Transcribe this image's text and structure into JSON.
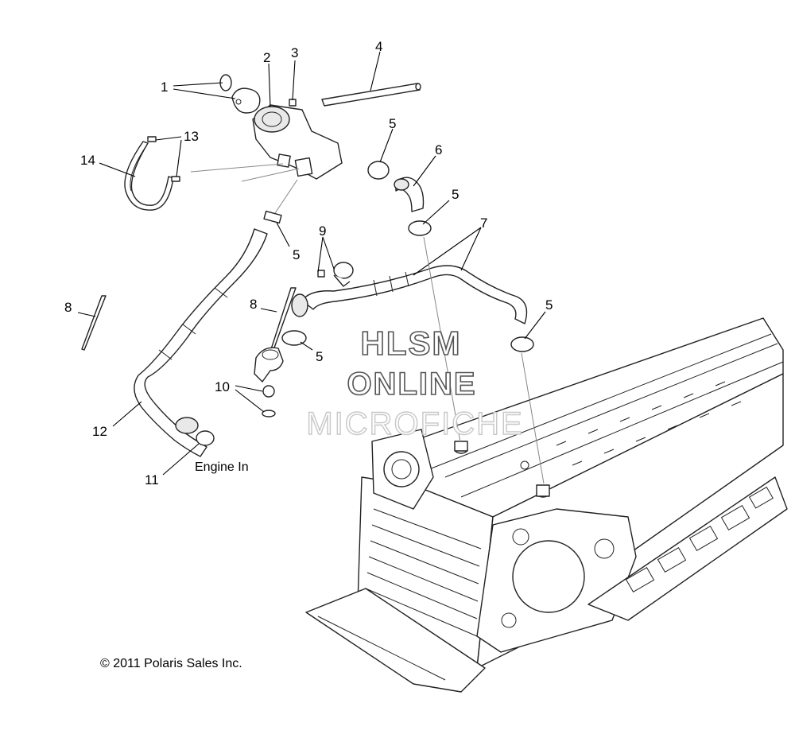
{
  "callouts": {
    "c1": "1",
    "c2": "2",
    "c3": "3",
    "c4": "4",
    "c5a": "5",
    "c5b": "5",
    "c5c": "5",
    "c5d": "5",
    "c5e": "5",
    "c6": "6",
    "c7": "7",
    "c8a": "8",
    "c8b": "8",
    "c9": "9",
    "c10": "10",
    "c11": "11",
    "c12": "12",
    "c13": "13",
    "c14": "14"
  },
  "notes": {
    "engine_in": "Engine In",
    "copyright": "© 2011 Polaris Sales Inc."
  },
  "watermark": {
    "line1": "HLSM",
    "line2": "ONLINE",
    "line3": "MICROFICHE"
  }
}
